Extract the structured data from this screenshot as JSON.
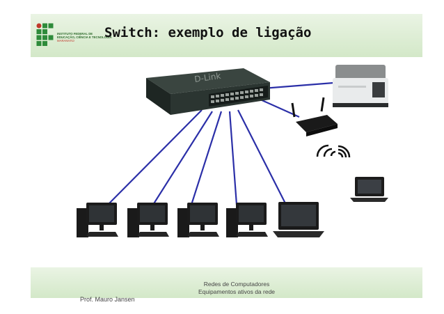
{
  "slide": {
    "title": "Switch: exemplo de ligação",
    "logo": {
      "line1": "INSTITUTO FEDERAL DE",
      "line2": "EDUCAÇÃO, CIÊNCIA E TECNOLOGIA",
      "line3": "MARANHÃO"
    },
    "switch_brand": "D-Link",
    "footer": {
      "author": "Prof.  Mauro Jansen",
      "course": "Redes de Computadores",
      "subject": "Equipamentos ativos da rede"
    }
  },
  "colors": {
    "link_line": "#2b2fa8",
    "header_band": "#d3e8c8",
    "logo_green": "#2e8b3a",
    "logo_red": "#c0392b"
  },
  "icons": [
    "switch-icon",
    "printer-icon",
    "wireless-router-icon",
    "wifi-signal-icon",
    "laptop-icon",
    "desktop-computer-icon"
  ]
}
